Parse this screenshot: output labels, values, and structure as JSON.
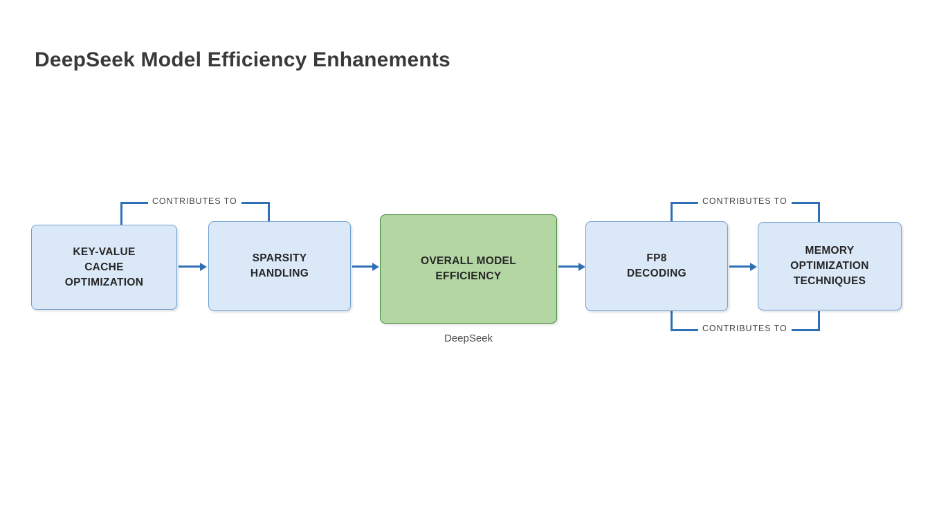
{
  "page": {
    "title": "DeepSeek Model Efficiency Enhanements",
    "background_color": "#ffffff"
  },
  "theme": {
    "blue_fill": "#dbe8f8",
    "blue_border": "#6f9fd3",
    "green_fill": "#b3d6a2",
    "green_border": "#3f8b37",
    "connector_color": "#2f6fb5",
    "node_text_color": "#262626",
    "label_text_color": "#444444",
    "title_color": "#3a3a3a"
  },
  "diagram": {
    "type": "flow-diagram",
    "caption": "DeepSeek",
    "nodes": [
      {
        "id": "kv",
        "label": "KEY-VALUE\nCACHE\nOPTIMIZATION",
        "style": "blue"
      },
      {
        "id": "sp",
        "label": "SPARSITY\nHANDLING",
        "style": "blue"
      },
      {
        "id": "ome",
        "label": "OVERALL MODEL\nEFFICIENCY",
        "style": "green"
      },
      {
        "id": "fp8",
        "label": "FP8\nDECODING",
        "style": "blue"
      },
      {
        "id": "mem",
        "label": "MEMORY\nOPTIMIZATION\nTECHNIQUES",
        "style": "blue"
      }
    ],
    "arrows": [
      {
        "id": "a1",
        "from": "kv",
        "to": "sp",
        "label": ""
      },
      {
        "id": "a2",
        "from": "sp",
        "to": "ome",
        "label": ""
      },
      {
        "id": "a3",
        "from": "ome",
        "to": "fp8",
        "label": ""
      },
      {
        "id": "a4",
        "from": "fp8",
        "to": "mem",
        "label": ""
      }
    ],
    "brackets": [
      {
        "id": "tl",
        "label": "CONTRIBUTES TO",
        "from": "kv",
        "to": "sp",
        "position": "top"
      },
      {
        "id": "tr",
        "label": "CONTRIBUTES TO",
        "from": "fp8",
        "to": "mem",
        "position": "top"
      },
      {
        "id": "br",
        "label": "CONTRIBUTES TO",
        "from": "fp8",
        "to": "mem",
        "position": "bottom"
      }
    ]
  }
}
